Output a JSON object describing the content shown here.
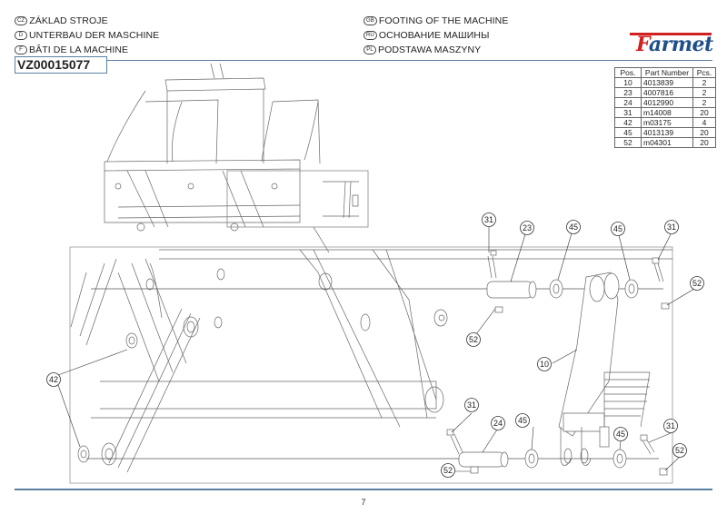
{
  "titles": {
    "left": [
      {
        "lang": "CZ",
        "text": "ZÁKLAD STROJE"
      },
      {
        "lang": "D",
        "text": "UNTERBAU DER MASCHINE"
      },
      {
        "lang": "F",
        "text": "BÂTI DE LA MACHINE"
      }
    ],
    "right": [
      {
        "lang": "GB",
        "text": "FOOTING OF THE MACHINE"
      },
      {
        "lang": "RU",
        "text": "ОСНОВАНИЕ МАШИНЫ"
      },
      {
        "lang": "PL",
        "text": "PODSTAWA MASZYNY"
      }
    ]
  },
  "document_code": "VZ00015077",
  "logo": {
    "text_first": "F",
    "text_rest": "armet",
    "red": "#d02020",
    "blue": "#1f4e8a"
  },
  "parts_table": {
    "headers": [
      "Pos.",
      "Part Number",
      "Pcs."
    ],
    "rows": [
      [
        "10",
        "4013839",
        "2"
      ],
      [
        "23",
        "4007816",
        "2"
      ],
      [
        "24",
        "4012990",
        "2"
      ],
      [
        "31",
        "m14008",
        "20"
      ],
      [
        "42",
        "m03175",
        "4"
      ],
      [
        "45",
        "4013139",
        "20"
      ],
      [
        "52",
        "m04301",
        "20"
      ]
    ]
  },
  "callouts": {
    "c31a": "31",
    "c23": "23",
    "c45a": "45",
    "c45b": "45",
    "c31b": "31",
    "c52a": "52",
    "c52b": "52",
    "c10": "10",
    "c42": "42",
    "c31c": "31",
    "c24": "24",
    "c45c": "45",
    "c45d": "45",
    "c31d": "31",
    "c52c": "52",
    "c52d": "52"
  },
  "page_number": "7",
  "colors": {
    "rule": "#5a7fa0"
  }
}
